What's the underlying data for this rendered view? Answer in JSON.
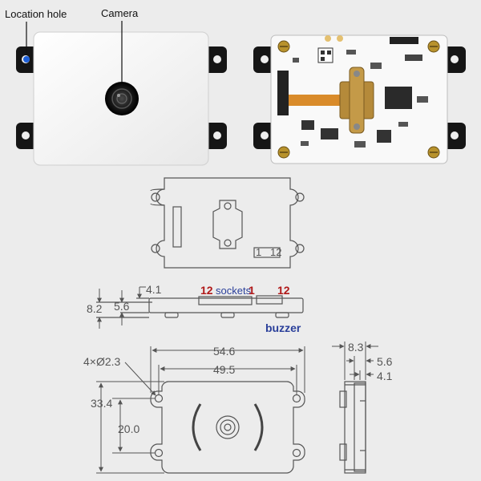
{
  "photo": {
    "location_hole_label": "Location hole",
    "camera_label": "Camera"
  },
  "side_view": {
    "num_left": "12",
    "sockets_label": "sockets",
    "num_mid": "1",
    "num_right": "12",
    "buzzer_label": "buzzer",
    "dim_top": "4.1",
    "dim_left_outer": "8.2",
    "dim_left_inner": "5.6"
  },
  "top_view": {
    "connector_pin_1": "1",
    "connector_pin_12": "12"
  },
  "front_view": {
    "hole_spec": "4×Ø2.3",
    "width_outer": "54.6",
    "width_inner": "49.5",
    "height_outer": "33.4",
    "height_inner": "20.0"
  },
  "end_view": {
    "dim_a": "8.3",
    "dim_b": "5.6",
    "dim_c": "4.1"
  },
  "colors": {
    "socket_number": "#b01818",
    "buzzer_text": "#2a3f9a",
    "line": "#555555",
    "module_face": "#f4f4f4"
  }
}
